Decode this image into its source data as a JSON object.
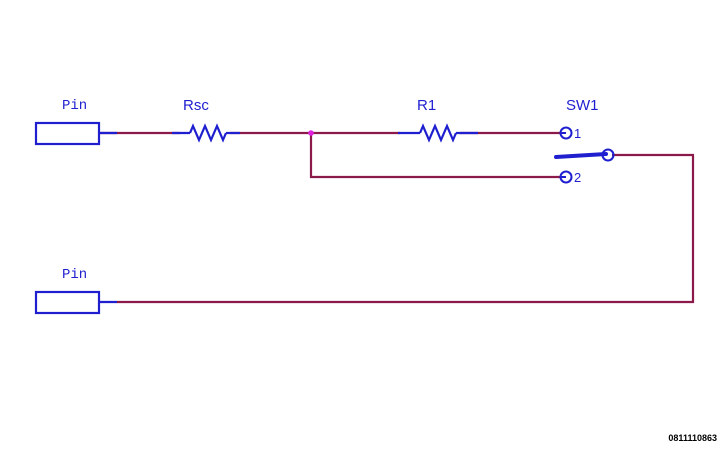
{
  "diagram": {
    "pins": [
      {
        "label": "Pin"
      },
      {
        "label": "Pin"
      }
    ],
    "resistors": [
      {
        "label": "Rsc"
      },
      {
        "label": "R1"
      }
    ],
    "switch": {
      "label": "SW1",
      "terminal_1": "1",
      "terminal_2": "2"
    },
    "figure_id": "0811110863",
    "colors": {
      "wire": "#8b1a4a",
      "component": "#1f1fd0",
      "junction": "#e020e0"
    }
  }
}
